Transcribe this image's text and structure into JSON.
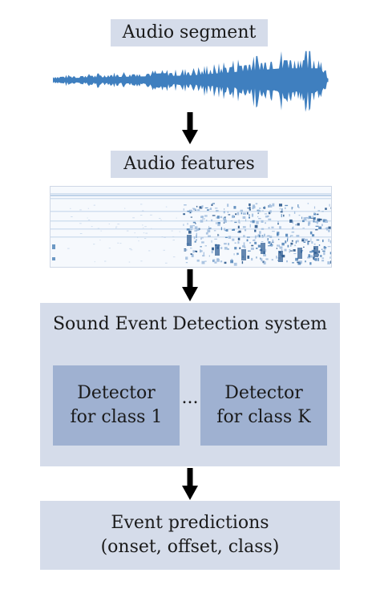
{
  "audio_segment_label": "Audio segment",
  "audio_features_label": "Audio features",
  "sed_system": {
    "title": "Sound Event Detection system",
    "detector_1": [
      "Detector",
      "for class 1"
    ],
    "ellipsis": "...",
    "detector_k": [
      "Detector",
      "for class K"
    ]
  },
  "event_predictions": [
    "Event predictions",
    "(onset, offset, class)"
  ],
  "colors": {
    "label_bg": "#d5dcea",
    "detector_bg": "#9fb1d1",
    "waveform": "#3f7fbf",
    "arrow": "#000000"
  }
}
